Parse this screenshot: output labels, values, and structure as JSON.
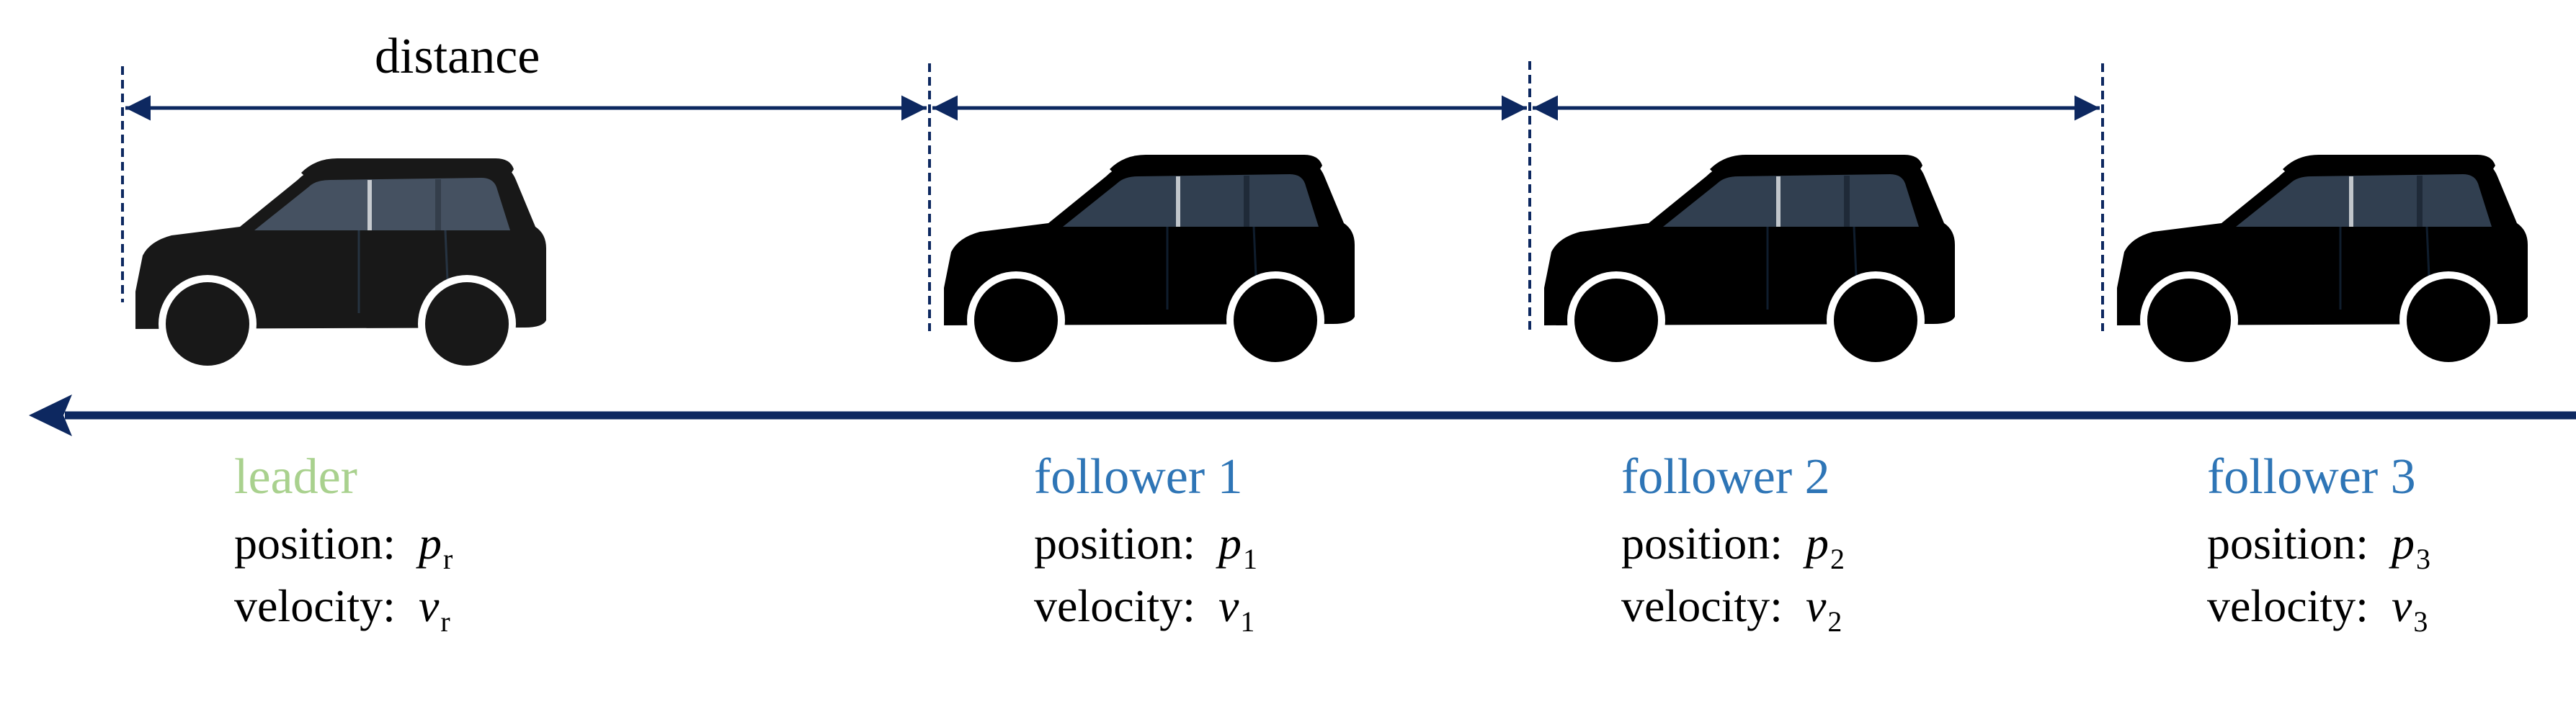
{
  "distance_label": "distance",
  "colors": {
    "leader_text": "#a9d18e",
    "follower_text": "#2e75b6",
    "arrow": "#0d2860",
    "leader_car": "#8fbc70",
    "follower_car": "#4a90d9"
  },
  "prop_labels": {
    "position": "position:",
    "velocity": "velocity:"
  },
  "vehicles": [
    {
      "name": "leader",
      "role": "leader",
      "pos_sym": "p",
      "pos_sub": "r",
      "vel_sym": "v",
      "vel_sub": "r"
    },
    {
      "name": "follower 1",
      "role": "follower",
      "pos_sym": "p",
      "pos_sub": "1",
      "vel_sym": "v",
      "vel_sub": "1"
    },
    {
      "name": "follower 2",
      "role": "follower",
      "pos_sym": "p",
      "pos_sub": "2",
      "vel_sym": "v",
      "vel_sub": "2"
    },
    {
      "name": "follower 3",
      "role": "follower",
      "pos_sym": "p",
      "pos_sub": "3",
      "vel_sym": "v",
      "vel_sub": "3"
    }
  ]
}
